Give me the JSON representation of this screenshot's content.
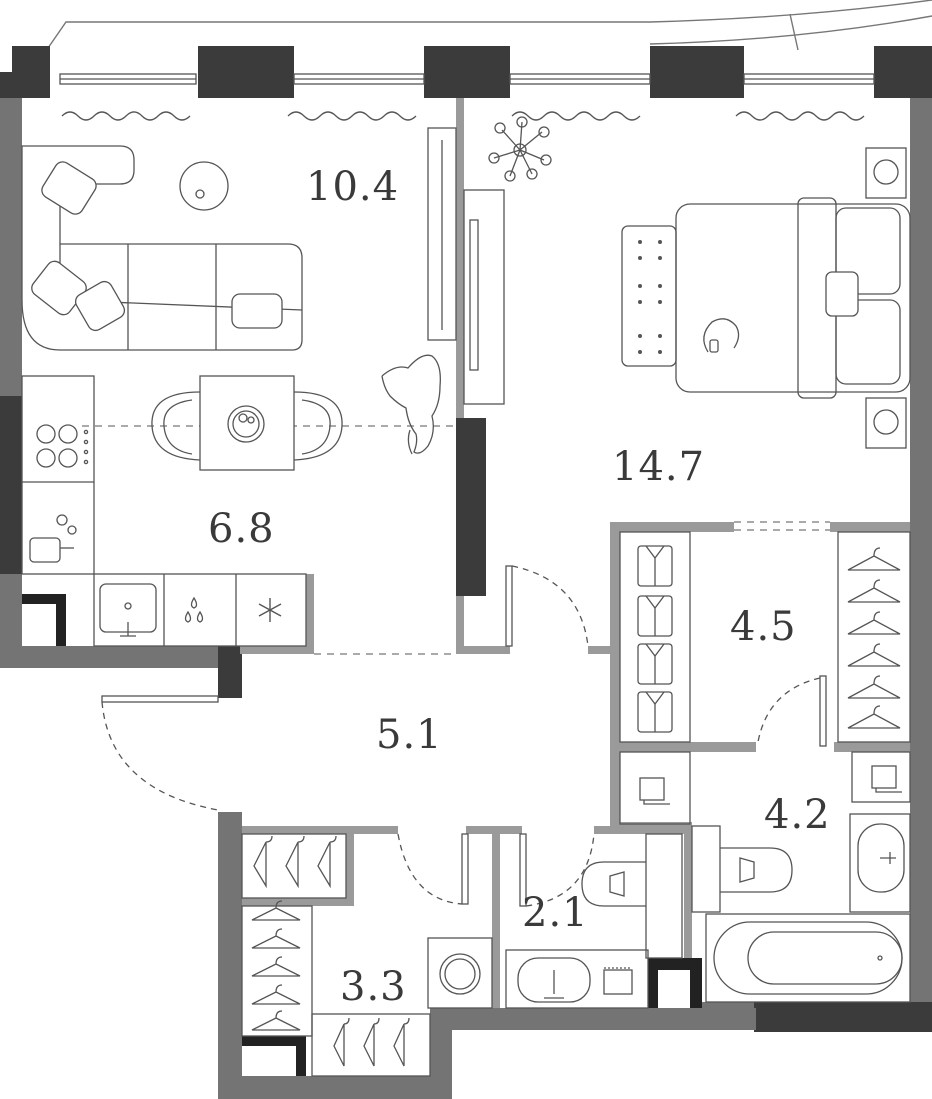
{
  "colors": {
    "wall_dark": "#3b3b3b",
    "wall_gray": "#747474",
    "partition": "#9a9a9a",
    "line": "#555555",
    "text": "#3a3a3a",
    "background": "#ffffff"
  },
  "rooms": [
    {
      "id": "living",
      "area": "10.4"
    },
    {
      "id": "kitchen",
      "area": "6.8"
    },
    {
      "id": "bedroom",
      "area": "14.7"
    },
    {
      "id": "wardrobe",
      "area": "4.5"
    },
    {
      "id": "hall",
      "area": "5.1"
    },
    {
      "id": "bathroom",
      "area": "4.2"
    },
    {
      "id": "storage",
      "area": "3.3"
    },
    {
      "id": "wc",
      "area": "2.1"
    }
  ],
  "icons": [
    "sofa-icon",
    "dining-table-icon",
    "stove-icon",
    "sink-icon",
    "water-icon",
    "snowflake-icon",
    "bed-icon",
    "plant-icon",
    "dog-icon",
    "hanger-icon",
    "shirt-icon",
    "toilet-icon",
    "bathtub-icon",
    "washing-machine-icon",
    "towel-icon"
  ]
}
